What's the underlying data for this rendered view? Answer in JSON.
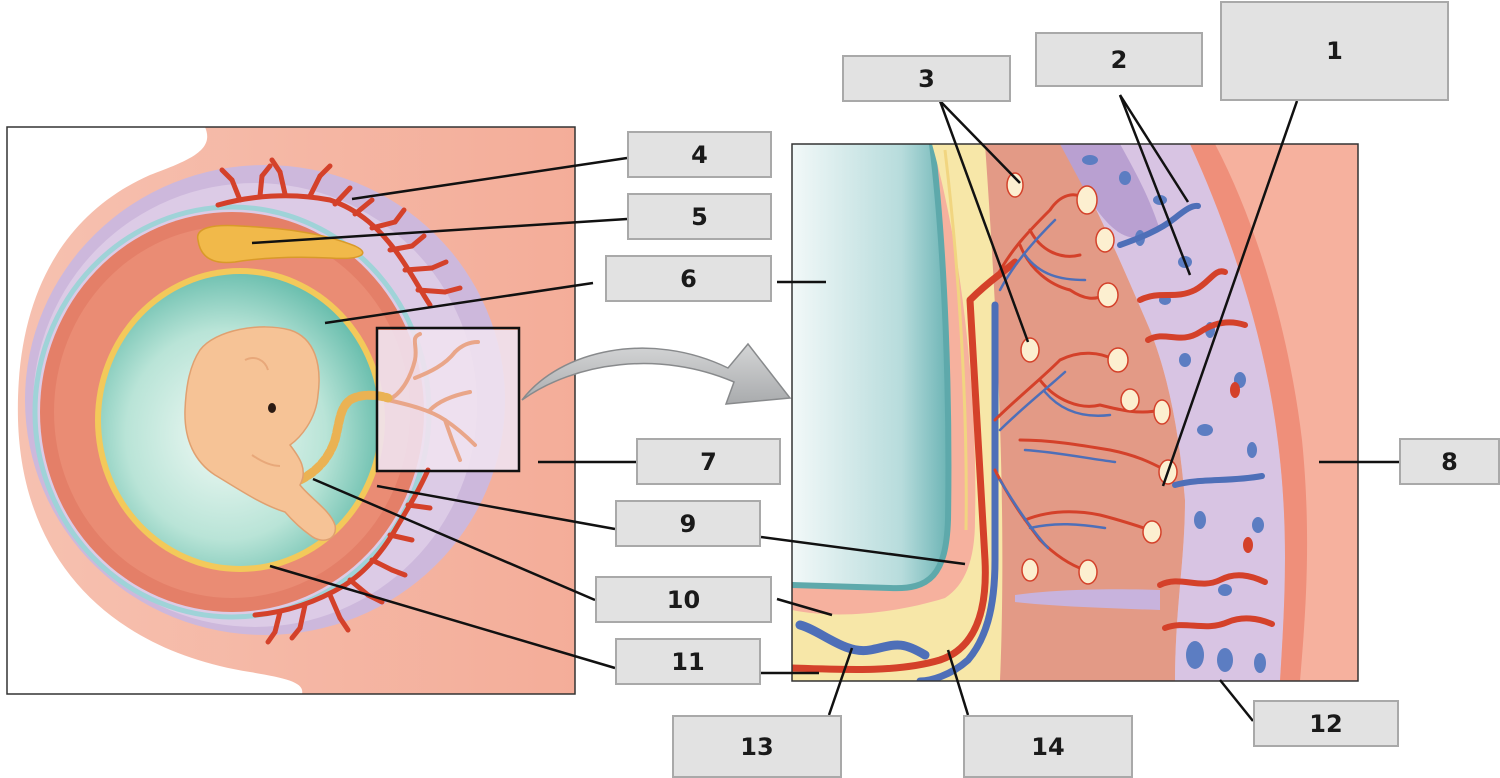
{
  "labels": {
    "l1": "1",
    "l2": "2",
    "l3": "3",
    "l4": "4",
    "l5": "5",
    "l6": "6",
    "l7": "7",
    "l8": "8",
    "l9": "9",
    "l10": "10",
    "l11": "11",
    "l12": "12",
    "l13": "13",
    "l14": "14"
  },
  "colors": {
    "uterine_wall": "#f4b19e",
    "decidua_purple": "#c9b4d8",
    "artery_red": "#d9442b",
    "vein_blue": "#4e6fb8",
    "amnion_teal": "#5fb9a8",
    "yolk_yellow": "#f2c75b",
    "embryo_skin": "#f7c59a",
    "label_fill": "#e2e2e2"
  }
}
